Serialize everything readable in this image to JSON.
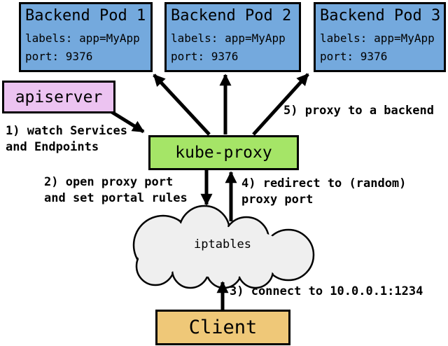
{
  "pods": [
    {
      "title": "Backend Pod 1",
      "labels": "labels: app=MyApp",
      "port": "port: 9376"
    },
    {
      "title": "Backend Pod 2",
      "labels": "labels: app=MyApp",
      "port": "port: 9376"
    },
    {
      "title": "Backend Pod 3",
      "labels": "labels: app=MyApp",
      "port": "port: 9376"
    }
  ],
  "nodes": {
    "apiserver": "apiserver",
    "kube_proxy": "kube-proxy",
    "iptables": "iptables",
    "client": "Client"
  },
  "steps": [
    {
      "lines": [
        "1) watch Services",
        "and Endpoints"
      ]
    },
    {
      "lines": [
        "2) open proxy port",
        "and set portal rules"
      ]
    },
    {
      "lines": [
        "3) connect to 10.0.0.1:1234"
      ]
    },
    {
      "lines": [
        "4) redirect to (random)",
        "proxy port"
      ]
    },
    {
      "lines": [
        "5) proxy to a backend"
      ]
    }
  ],
  "colors": {
    "pod_fill": "#74A9DD",
    "apiserver_fill": "#ECC3F1",
    "kube_proxy_fill": "#A5E567",
    "iptables_fill": "#EFEFEF",
    "client_fill": "#EFC878",
    "border": "#000000",
    "arrow": "#000000",
    "background": "#FFFFFF"
  }
}
